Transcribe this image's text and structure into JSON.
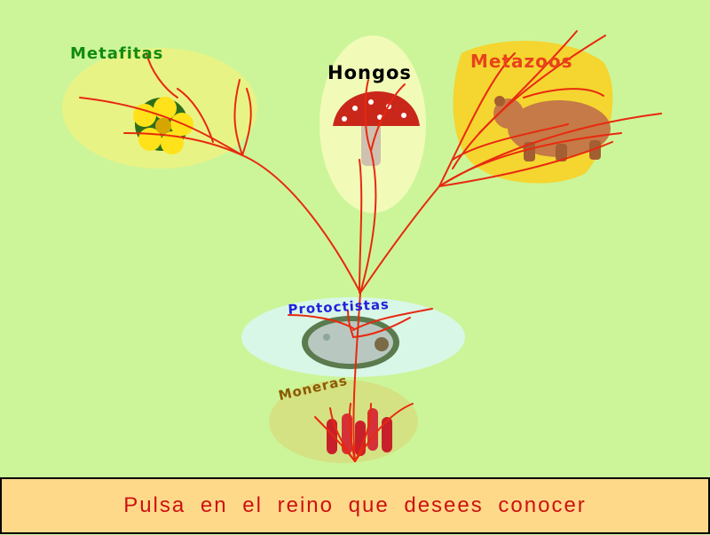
{
  "kingdoms": {
    "metafitas": {
      "label": "Metafitas",
      "color": "#118c11",
      "icon": "flower-icon"
    },
    "hongos": {
      "label": "Hongos",
      "color": "#000000",
      "icon": "mushroom-icon"
    },
    "metazoos": {
      "label": "Metazoos",
      "color": "#e8431a",
      "icon": "bear-icon"
    },
    "protoctistas": {
      "label": "Protoctistas",
      "color": "#2222dd",
      "icon": "protozoan-icon"
    },
    "moneras": {
      "label": "Moneras",
      "color": "#8a5a00",
      "icon": "bacteria-icon"
    }
  },
  "instruction": {
    "text": "Pulsa en el reino que desees conocer"
  },
  "colors": {
    "background": "#ccf599",
    "branch": "#e8290f",
    "instruction_bar": "#ffd98a",
    "instruction_text": "#cc1111"
  }
}
